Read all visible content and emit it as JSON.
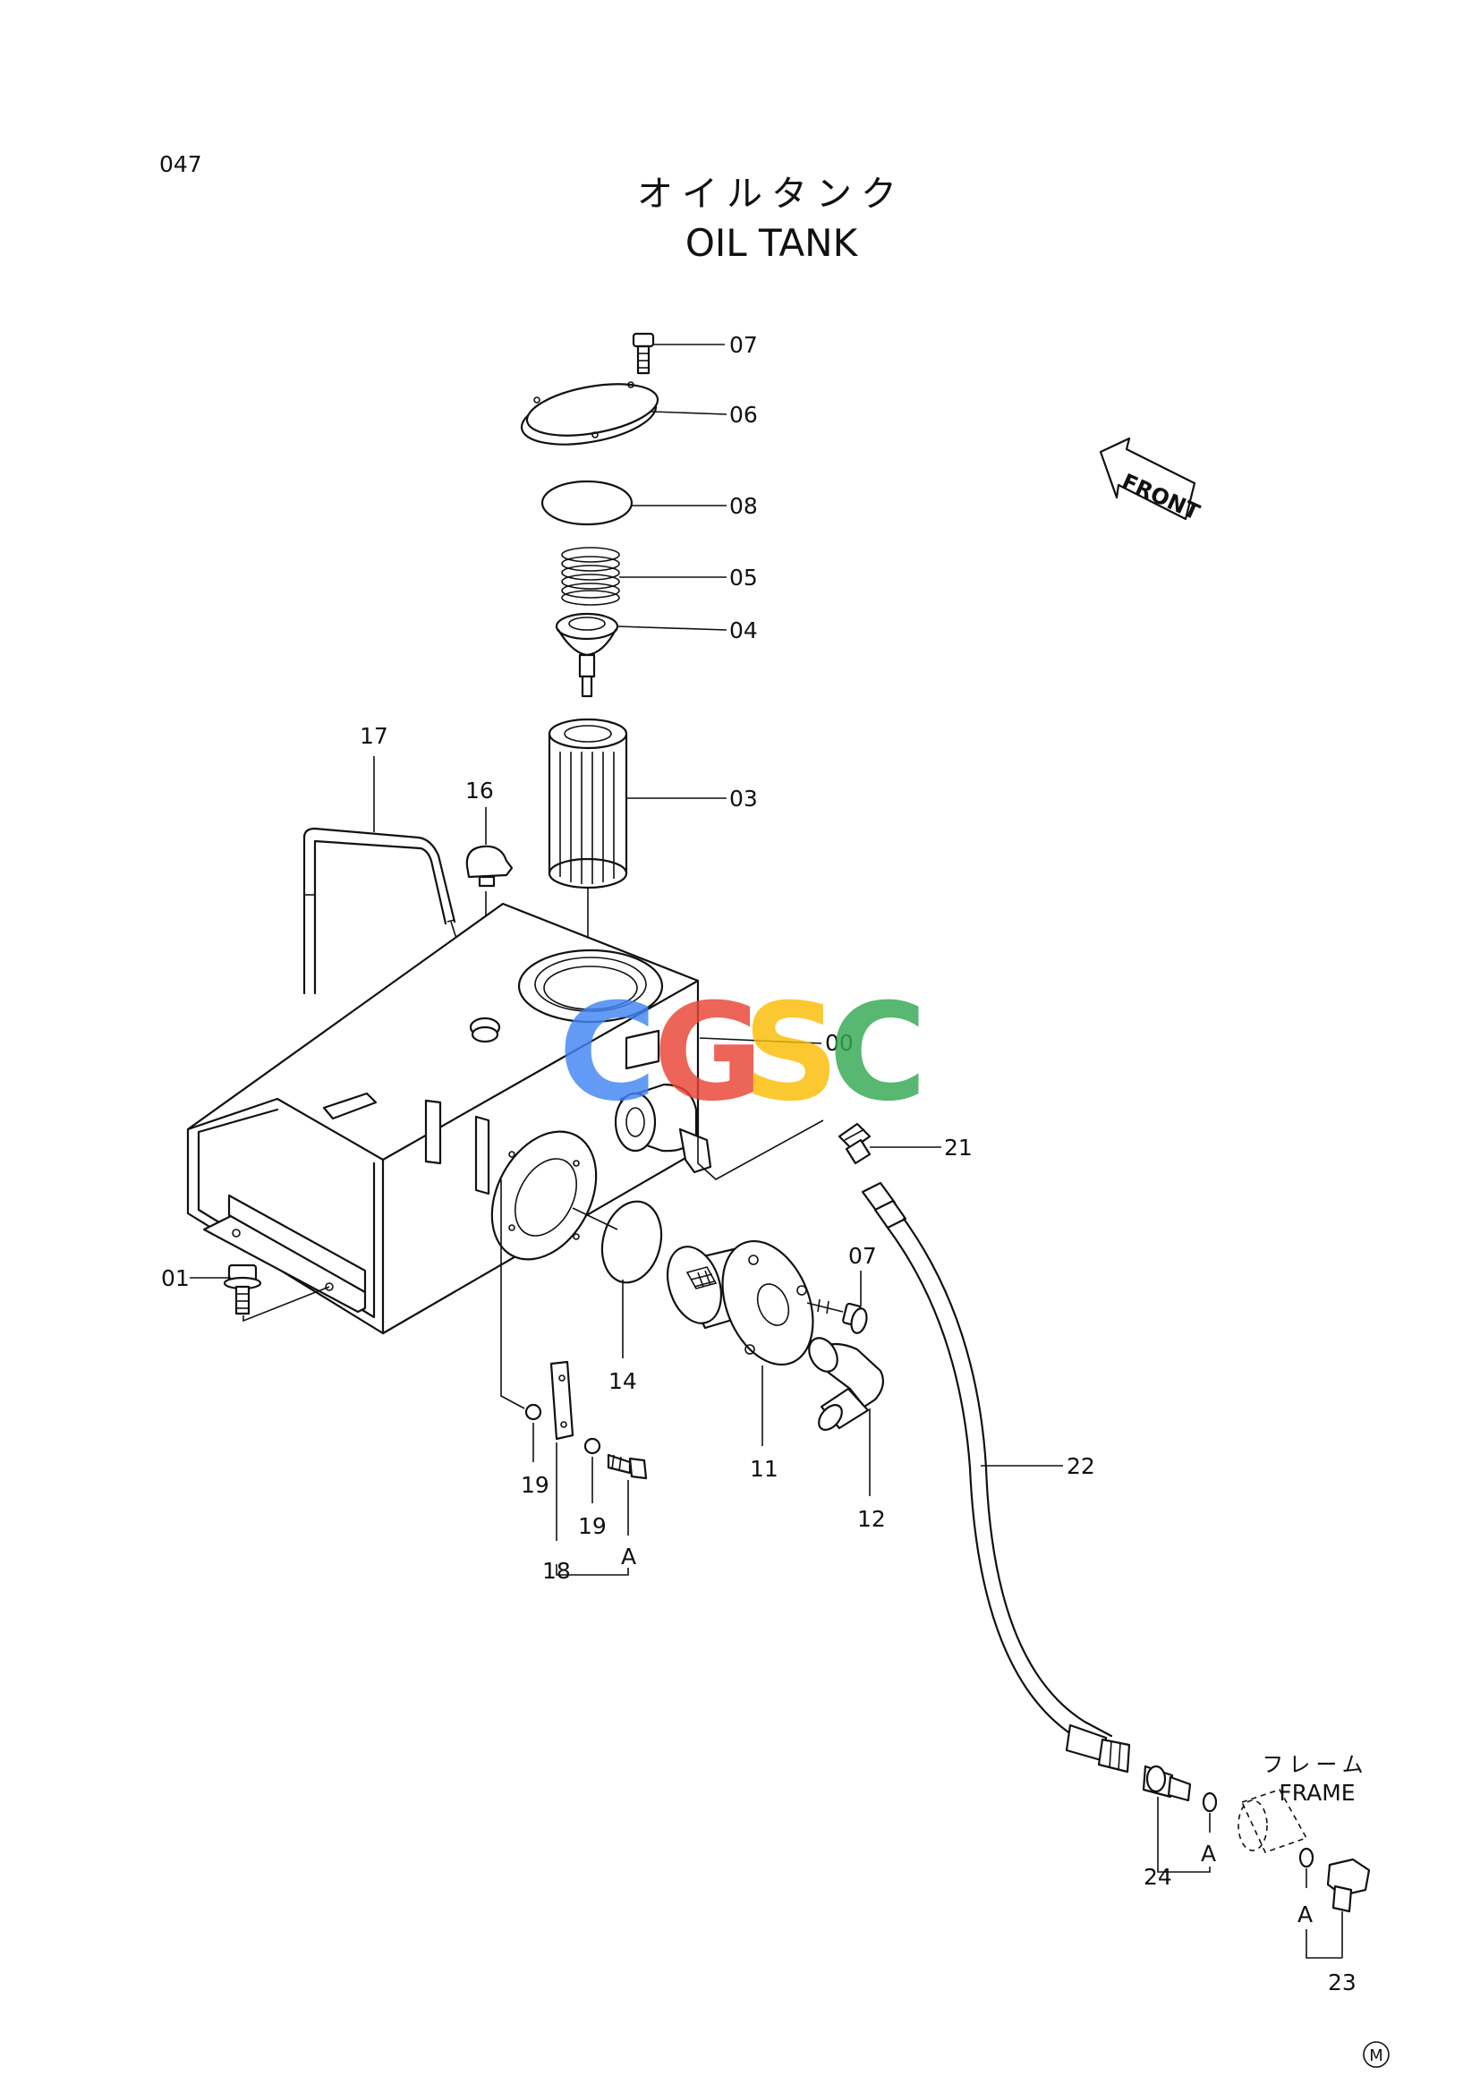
{
  "page_number": "047",
  "title_jp": "オイルタンク",
  "title_en": "OIL TANK",
  "front_label": "FRONT",
  "frame_label_jp": "フレーム",
  "frame_label_en": "FRAME",
  "watermark": {
    "letters": [
      "C",
      "G",
      "S",
      "C"
    ],
    "colors": [
      "#4285F4",
      "#EA4335",
      "#FBBC05",
      "#34A853"
    ]
  },
  "parts": {
    "p07_top": "07",
    "p06": "06",
    "p08": "08",
    "p05": "05",
    "p04": "04",
    "p03": "03",
    "p17": "17",
    "p16": "16",
    "p00": "00",
    "p21": "21",
    "p01": "01",
    "p07_side": "07",
    "p14": "14",
    "p11": "11",
    "p12": "12",
    "p19_left": "19",
    "p19_right": "19",
    "p18": "18",
    "pA_bolt": "A",
    "p22": "22",
    "p24": "24",
    "pA_fitting": "A",
    "pA_plug": "A",
    "p23": "23"
  },
  "corner_mark": "M"
}
